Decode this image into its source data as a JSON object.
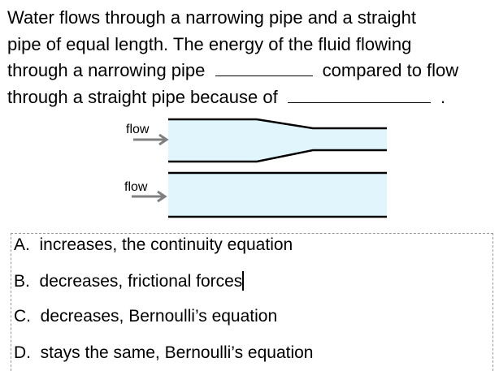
{
  "question": {
    "line1": "Water flows through a narrowing pipe and a straight",
    "line2": "pipe of equal length. The energy of the fluid flowing",
    "line3a": "through a narrowing pipe",
    "line3b": "compared to flow",
    "line4a": "through a straight pipe because of",
    "line4b": "."
  },
  "diagram": {
    "flow_label_top": "flow",
    "flow_label_bottom": "flow",
    "pipe_fill": "#e0f5fc",
    "arrow_color": "#808080"
  },
  "options": [
    {
      "letter": "A.",
      "text": "increases, the continuity equation"
    },
    {
      "letter": "B.",
      "text": "decreases, frictional forces"
    },
    {
      "letter": "C.",
      "text": "decreases, Bernoulli’s equation"
    },
    {
      "letter": "D.",
      "text": "stays the same, Bernoulli’s equation"
    }
  ]
}
